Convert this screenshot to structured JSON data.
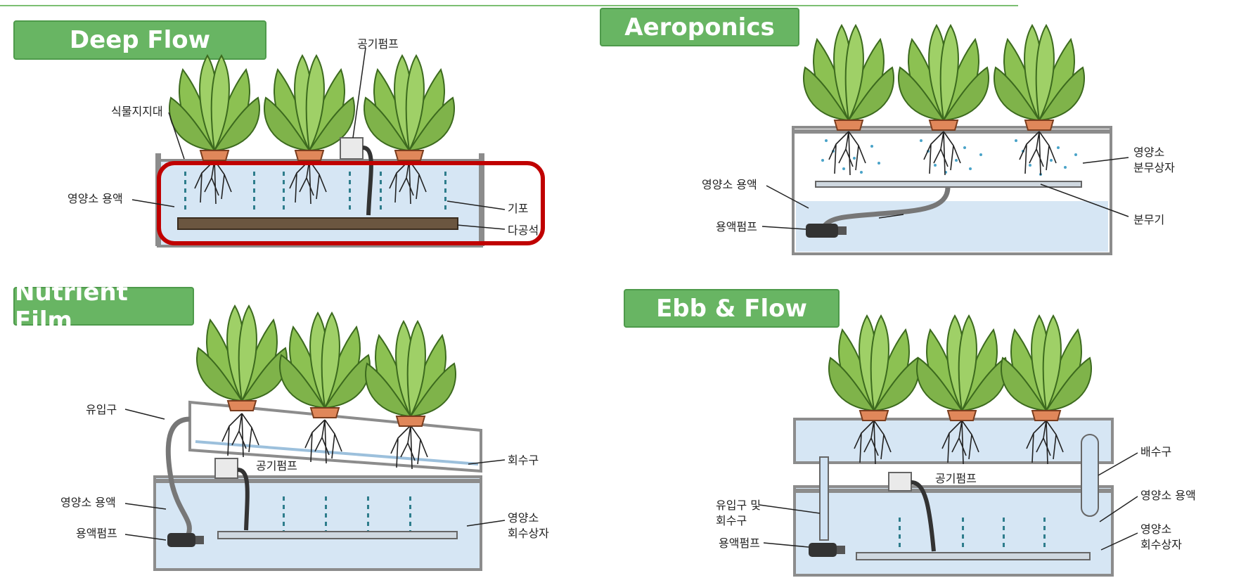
{
  "panels": {
    "deep_flow": {
      "title": "Deep Flow",
      "labels": {
        "air_pump": "공기펌프",
        "plant_support": "식물지지대",
        "nutrient_solution": "영양소 용액",
        "air_bubbles": "기포",
        "porous": "다공석"
      },
      "highlight_color": "#c00000"
    },
    "aeroponics": {
      "title": "Aeroponics",
      "labels": {
        "nutrient_solution": "영양소 용액",
        "solution_pump": "용액펌프",
        "spray_box": "영양소\n분무상자",
        "sprayer": "분무기"
      }
    },
    "nutrient_film": {
      "title": "Nutrient Film",
      "labels": {
        "inlet": "유입구",
        "air_pump": "공기펌프",
        "return_port": "회수구",
        "nutrient_solution": "영양소 용액",
        "solution_pump": "용액펌프",
        "return_box": "영양소\n회수상자"
      }
    },
    "ebb_flow": {
      "title": "Ebb & Flow",
      "labels": {
        "drain": "배수구",
        "air_pump": "공기펌프",
        "inlet_return": "유입구 및\n회수구",
        "nutrient_solution": "영양소 용액",
        "solution_pump": "용액펌프",
        "return_box": "영양소\n회수상자"
      }
    }
  },
  "colors": {
    "badge": "#68b563",
    "water": "#d6e6f4",
    "leaf": "#7fb34a",
    "pot": "#e0875a",
    "tank": "#8c8c8c",
    "stone": "#6b5640",
    "bubbles": "#2e7d8c"
  }
}
